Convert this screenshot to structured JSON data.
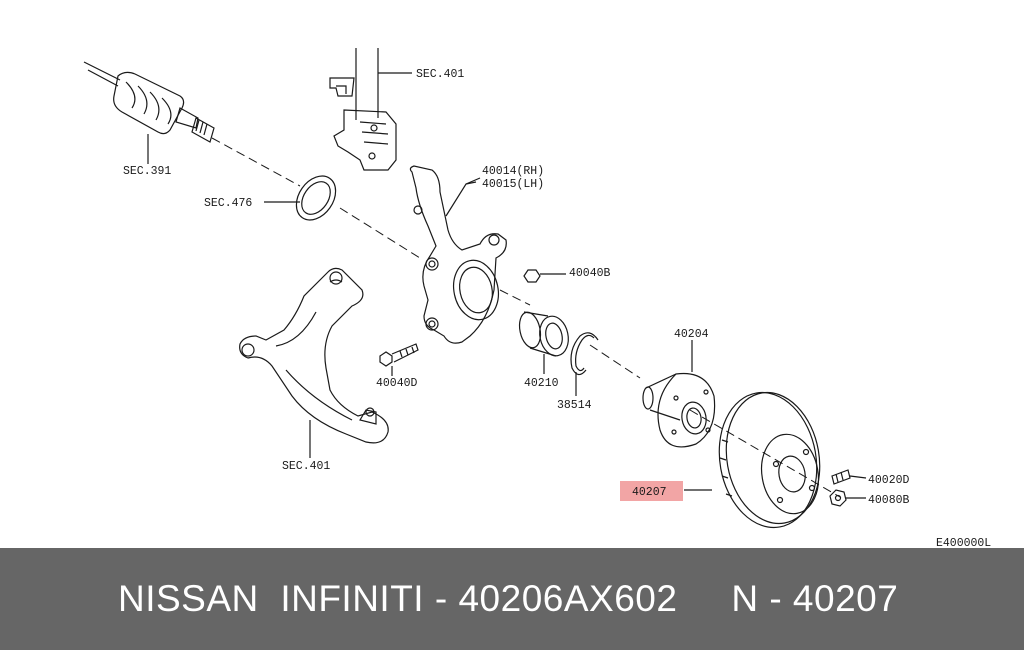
{
  "diagram": {
    "labels": {
      "sec391": "SEC.391",
      "sec401_top": "SEC.401",
      "sec476": "SEC.476",
      "knuckle_rh": "40014(RH)",
      "knuckle_lh": "40015(LH)",
      "nut": "40040B",
      "bolt": "40040D",
      "bearing": "40210",
      "snap_ring": "38514",
      "hub": "40204",
      "rotor": "40207",
      "hub_bolt": "40020D",
      "wheel_nut": "40080B",
      "sec401_bottom": "SEC.401",
      "diagram_code": "E400000L"
    },
    "highlight_color": "#f2a5a5",
    "line_color": "#1a1a1a"
  },
  "footer": {
    "text": "NISSAN  INFINITI - 40206AX602     N - 40207",
    "background": "#666666",
    "text_color": "#ffffff"
  }
}
